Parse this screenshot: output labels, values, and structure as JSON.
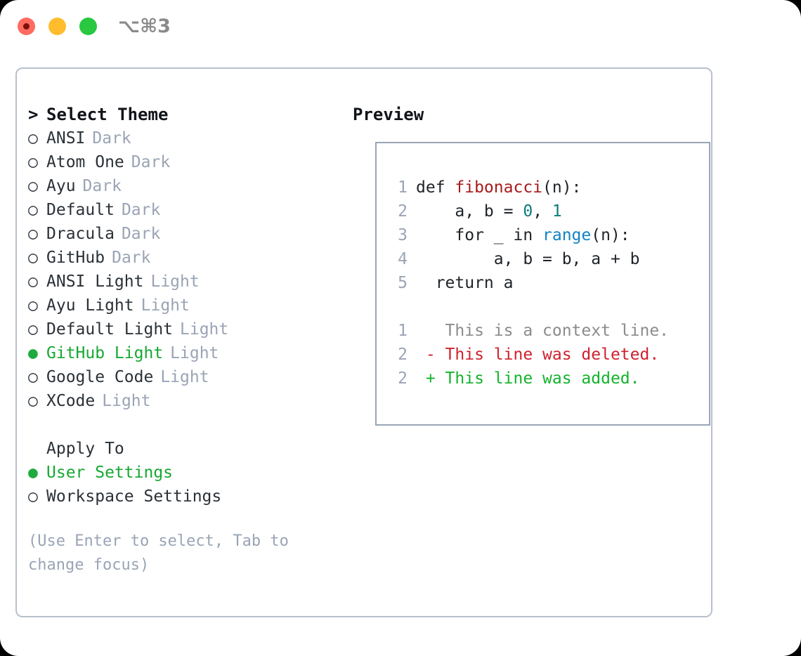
{
  "titlebar": {
    "shortcut": "⌥⌘3",
    "dots": [
      {
        "name": "close",
        "color": "#ff6b60"
      },
      {
        "name": "minimize",
        "color": "#ffbd2e"
      },
      {
        "name": "maximize",
        "color": "#28c840"
      }
    ]
  },
  "theme_picker": {
    "header": "Select Theme",
    "header_prefix": ">",
    "marker_selected": "●",
    "marker_unselected": "○",
    "items": [
      {
        "name": "ANSI",
        "tag": "Dark",
        "selected": false
      },
      {
        "name": "Atom One",
        "tag": "Dark",
        "selected": false
      },
      {
        "name": "Ayu",
        "tag": "Dark",
        "selected": false
      },
      {
        "name": "Default",
        "tag": "Dark",
        "selected": false
      },
      {
        "name": "Dracula",
        "tag": "Dark",
        "selected": false
      },
      {
        "name": "GitHub",
        "tag": "Dark",
        "selected": false
      },
      {
        "name": "ANSI Light",
        "tag": "Light",
        "selected": false
      },
      {
        "name": "Ayu Light",
        "tag": "Light",
        "selected": false
      },
      {
        "name": "Default Light",
        "tag": "Light",
        "selected": false
      },
      {
        "name": "GitHub Light",
        "tag": "Light",
        "selected": true
      },
      {
        "name": "Google Code",
        "tag": "Light",
        "selected": false
      },
      {
        "name": "XCode",
        "tag": "Light",
        "selected": false
      }
    ]
  },
  "apply_to": {
    "label": "Apply To",
    "options": [
      {
        "name": "User Settings",
        "selected": true
      },
      {
        "name": "Workspace Settings",
        "selected": false
      }
    ]
  },
  "hint": "(Use Enter to select, Tab to change focus)",
  "preview": {
    "header": "Preview",
    "code_lines": [
      {
        "num": "1",
        "parts": [
          {
            "t": "def ",
            "c": "plain"
          },
          {
            "t": "fibonacci",
            "c": "fn"
          },
          {
            "t": "(n):",
            "c": "plain"
          }
        ]
      },
      {
        "num": "2",
        "parts": [
          {
            "t": "    a, b = ",
            "c": "plain"
          },
          {
            "t": "0",
            "c": "num"
          },
          {
            "t": ", ",
            "c": "plain"
          },
          {
            "t": "1",
            "c": "num"
          }
        ]
      },
      {
        "num": "3",
        "parts": [
          {
            "t": "    for _ in ",
            "c": "plain"
          },
          {
            "t": "range",
            "c": "call"
          },
          {
            "t": "(n):",
            "c": "plain"
          }
        ]
      },
      {
        "num": "4",
        "parts": [
          {
            "t": "        a, b = b, a + b",
            "c": "plain"
          }
        ]
      },
      {
        "num": "5",
        "parts": [
          {
            "t": "  return a",
            "c": "plain"
          }
        ]
      }
    ],
    "diff_lines": [
      {
        "num": "1",
        "parts": [
          {
            "t": "   This is a context line.",
            "c": "ctx"
          }
        ]
      },
      {
        "num": "2",
        "parts": [
          {
            "t": " - This line was deleted.",
            "c": "del"
          }
        ]
      },
      {
        "num": "2",
        "parts": [
          {
            "t": " + This line was added.",
            "c": "add"
          }
        ]
      }
    ]
  },
  "colors": {
    "selected_green": "#17a833",
    "tag_gray": "#9aa4b5",
    "text_dark": "#2b3137",
    "panel_border": "#b9c0cc",
    "preview_border": "#9aa4b5",
    "diff_deleted": "#cf222e",
    "diff_added": "#14b32c",
    "syntax_function": "#a61b1b",
    "syntax_number": "#0b7c7c",
    "syntax_call": "#1283c3"
  }
}
